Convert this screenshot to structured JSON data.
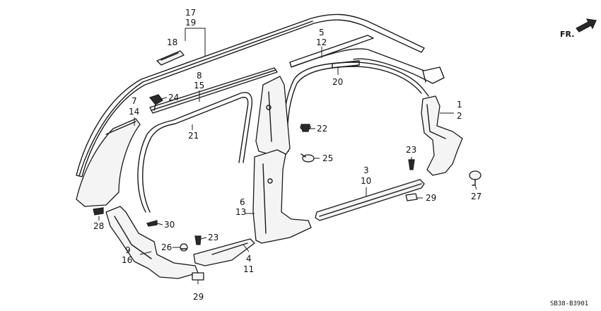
{
  "direction_label": "FR.",
  "diagram_code": "SB38-B3901",
  "callouts": [
    {
      "id": "c17",
      "text": "17"
    },
    {
      "id": "c19",
      "text": "19"
    },
    {
      "id": "c18",
      "text": "18"
    },
    {
      "id": "c5",
      "text": "5"
    },
    {
      "id": "c12",
      "text": "12"
    },
    {
      "id": "c8",
      "text": "8"
    },
    {
      "id": "c15",
      "text": "15"
    },
    {
      "id": "c24",
      "text": "24"
    },
    {
      "id": "c20",
      "text": "20"
    },
    {
      "id": "c1",
      "text": "1"
    },
    {
      "id": "c2",
      "text": "2"
    },
    {
      "id": "c7",
      "text": "7"
    },
    {
      "id": "c14",
      "text": "14"
    },
    {
      "id": "c22",
      "text": "22"
    },
    {
      "id": "c21",
      "text": "21"
    },
    {
      "id": "c25",
      "text": "25"
    },
    {
      "id": "c23a",
      "text": "23"
    },
    {
      "id": "c3",
      "text": "3"
    },
    {
      "id": "c10",
      "text": "10"
    },
    {
      "id": "c29a",
      "text": "29"
    },
    {
      "id": "c27",
      "text": "27"
    },
    {
      "id": "c6",
      "text": "6"
    },
    {
      "id": "c13",
      "text": "13"
    },
    {
      "id": "c28",
      "text": "28"
    },
    {
      "id": "c30",
      "text": "30"
    },
    {
      "id": "c23b",
      "text": "23"
    },
    {
      "id": "c26",
      "text": "26"
    },
    {
      "id": "c9",
      "text": "9"
    },
    {
      "id": "c16",
      "text": "16"
    },
    {
      "id": "c4",
      "text": "4"
    },
    {
      "id": "c11",
      "text": "11"
    },
    {
      "id": "c29b",
      "text": "29"
    }
  ]
}
